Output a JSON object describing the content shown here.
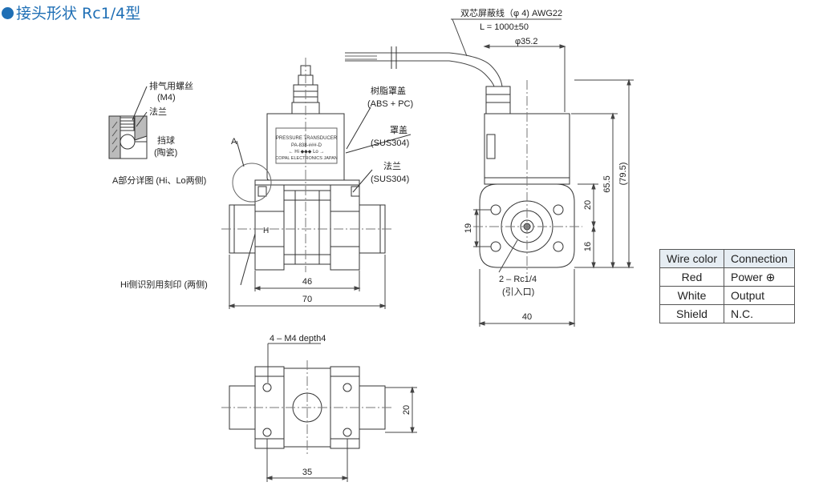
{
  "title": "接头形状 Rc1/4型",
  "front_view": {
    "callouts": {
      "vent_screw": "排气用螺丝",
      "vent_screw_size": "(M4)",
      "flange": "法兰",
      "ball": "挡球",
      "ball_material": "(陶瓷)",
      "detail_a_marker": "A",
      "detail_a_caption": "A部分详图 (Hi、Lo两侧)",
      "resin_cover": "树脂罩盖",
      "resin_cover_material": "(ABS + PC)",
      "cover": "罩盖",
      "cover_material": "(SUS304)",
      "flange_right": "法兰",
      "flange_right_material": "(SUS304)",
      "hi_marking_note": "Hi侧识别用刻印 (两侧)",
      "hi_mark": "H"
    },
    "label_plate": {
      "line1": "PRESSURE TRANSDUCER",
      "line2": "PA-838-###-D",
      "line3": "←  Hi   ◆◆◆  Lo  →",
      "line4": "COPAL ELECTRONICS JAPAN"
    },
    "dims": {
      "inner_width": "46",
      "overall_width": "70"
    }
  },
  "side_view": {
    "cable_note": "双芯屏蔽线（φ 4) AWG22",
    "cable_length": "L = 1000±50",
    "cable_dia": "φ35.2",
    "port_note": "2 – Rc1/4",
    "port_note_sub": "(引入口)",
    "dims": {
      "height_total": "(79.5)",
      "height_body": "65.5",
      "upper": "20",
      "lower": "16",
      "left": "19",
      "width": "40"
    }
  },
  "bottom_view": {
    "hole_note": "4 – M4 depth4",
    "dims": {
      "height": "20",
      "width": "35"
    }
  },
  "wire_table": {
    "headers": [
      "Wire color",
      "Connection"
    ],
    "rows": [
      {
        "color": "Red",
        "connection": "Power ⊕"
      },
      {
        "color": "White",
        "connection": "Output"
      },
      {
        "color": "Shield",
        "connection": "N.C."
      }
    ]
  }
}
